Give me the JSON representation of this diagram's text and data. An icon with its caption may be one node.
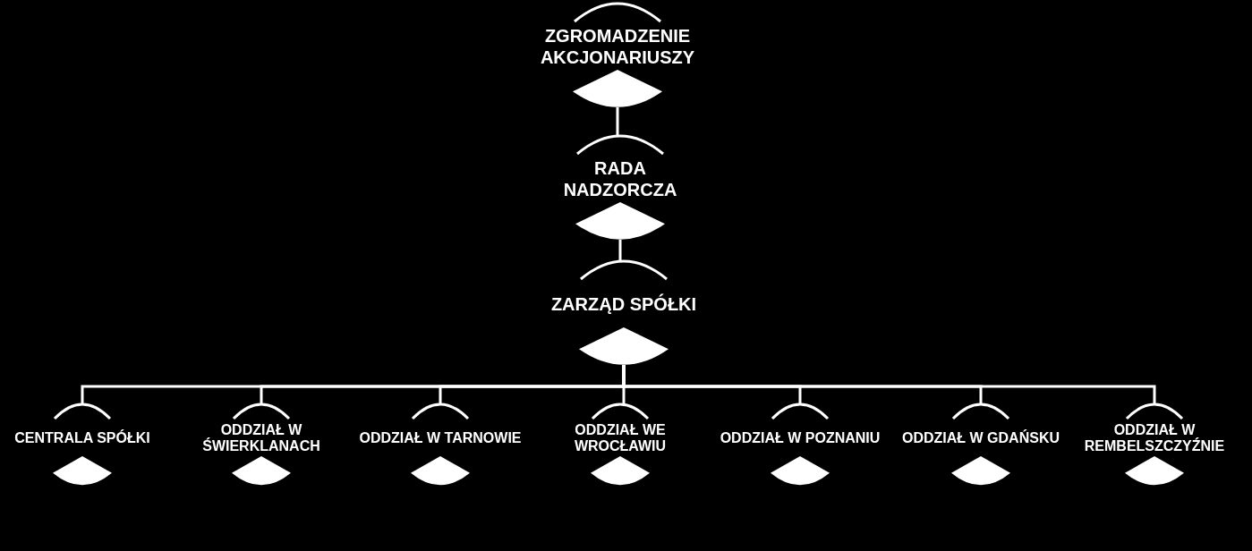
{
  "diagram": {
    "nodes": [
      {
        "text": [
          "ZGROMADZENIE AKCJONARIUSZY"
        ]
      },
      {
        "text": [
          "RADA NADZORCZA"
        ]
      },
      {
        "text": [
          "ZARZĄD SPÓŁKI"
        ]
      },
      {
        "text": [
          "CENTRALA SPÓŁKI"
        ]
      },
      {
        "text": [
          "ODDZIAŁ W ŚWIERKLANACH"
        ]
      },
      {
        "text": [
          "ODDZIAŁ W TARNOWIE"
        ]
      },
      {
        "text": [
          "ODDZIAŁ WE WROCŁAWIU"
        ]
      },
      {
        "text": [
          "ODDZIAŁ W POZNANIU"
        ]
      },
      {
        "text": [
          "ODDZIAŁ W GDAŃSKU"
        ]
      },
      {
        "text": [
          "ODDZIAŁ W REMBELSZCZYŹNIE"
        ]
      }
    ],
    "edges": [
      {
        "from": 0,
        "to": 1,
        "arrow": "none"
      },
      {
        "from": 1,
        "to": 2,
        "arrow": "none"
      },
      {
        "from": 2,
        "to": 3,
        "arrow": "none"
      },
      {
        "from": 2,
        "to": 4,
        "arrow": "none"
      },
      {
        "from": 2,
        "to": 5,
        "arrow": "none"
      },
      {
        "from": 2,
        "to": 6,
        "arrow": "none"
      },
      {
        "from": 2,
        "to": 7,
        "arrow": "none"
      },
      {
        "from": 2,
        "to": 8,
        "arrow": "none"
      },
      {
        "from": 2,
        "to": 9,
        "arrow": "none"
      }
    ]
  }
}
